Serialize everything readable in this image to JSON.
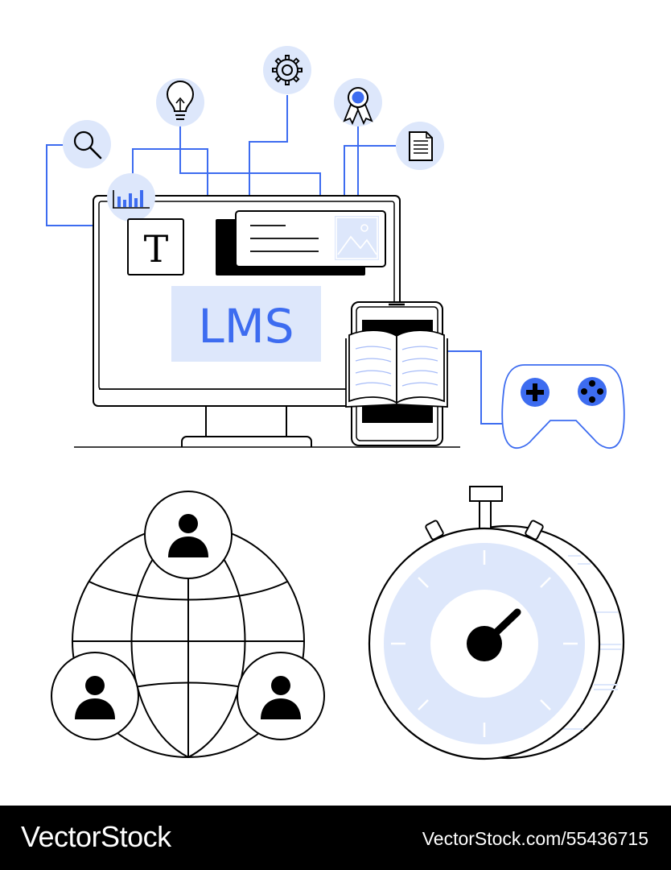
{
  "illustration": {
    "screen_label": "LMS",
    "text_tile_glyph": "T"
  },
  "footer": {
    "brand": "VectorStock",
    "image_id": "VectorStock.com/55436715"
  },
  "icons": [
    "search-icon",
    "bar-chart-icon",
    "lightbulb-icon",
    "gear-icon",
    "award-ribbon-icon",
    "document-icon",
    "image-icon",
    "open-book-icon",
    "gamepad-icon",
    "globe-icon",
    "user-icon",
    "stopwatch-icon"
  ],
  "colors": {
    "accent": "#3d6cf0",
    "accent_light": "#dde7fb",
    "line": "#000000",
    "footer_bg": "#000000",
    "footer_text": "#ffffff"
  }
}
